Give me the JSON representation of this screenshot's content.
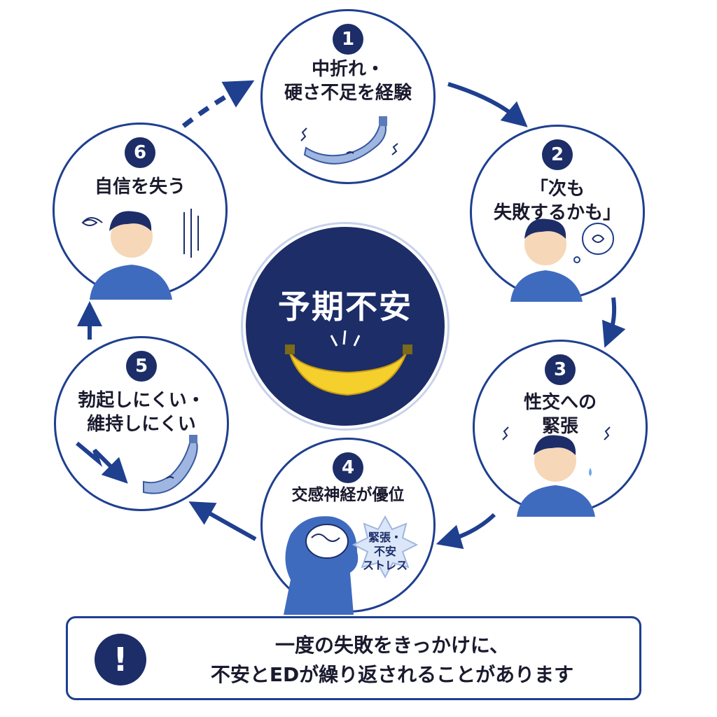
{
  "center": {
    "title": "予期不安"
  },
  "stages": [
    {
      "number": "1",
      "text": "中折れ・\n硬さ不足を経験"
    },
    {
      "number": "2",
      "text": "「次も\n失敗するかも」"
    },
    {
      "number": "3",
      "text": "性交への\n緊張"
    },
    {
      "number": "4",
      "text": "交感神経が優位",
      "burst_text": "緊張・\n不安\nストレス"
    },
    {
      "number": "5",
      "text": "勃起しにくい・\n維持しにくい"
    },
    {
      "number": "6",
      "text": "自信を失う"
    }
  ],
  "note": {
    "icon": "!",
    "text": "一度の失敗をきっかけに、\n不安とEDが繰り返されることがあります"
  },
  "colors": {
    "navy": "#1c2d68",
    "border": "#1f3f8f",
    "banana_yellow": "#f5cf2b",
    "wilted_banana": "#9fb6e0"
  }
}
